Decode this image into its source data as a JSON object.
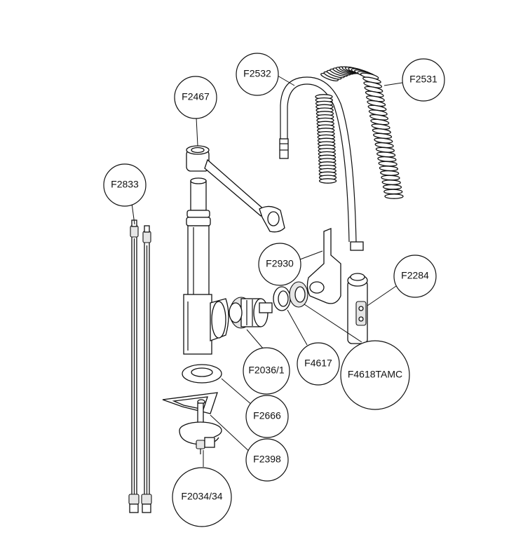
{
  "diagram": {
    "callouts": [
      {
        "id": "F2532",
        "label": "F2532"
      },
      {
        "id": "F2531",
        "label": "F2531"
      },
      {
        "id": "F2467",
        "label": "F2467"
      },
      {
        "id": "F2833",
        "label": "F2833"
      },
      {
        "id": "F2930",
        "label": "F2930"
      },
      {
        "id": "F2284",
        "label": "F2284"
      },
      {
        "id": "F2036-1",
        "label": "F2036/1"
      },
      {
        "id": "F4617",
        "label": "F4617"
      },
      {
        "id": "F4618TAMC",
        "label": "F4618TAMC"
      },
      {
        "id": "F2666",
        "label": "F2666"
      },
      {
        "id": "F2398",
        "label": "F2398"
      },
      {
        "id": "F2034-34",
        "label": "F2034/34"
      }
    ]
  }
}
